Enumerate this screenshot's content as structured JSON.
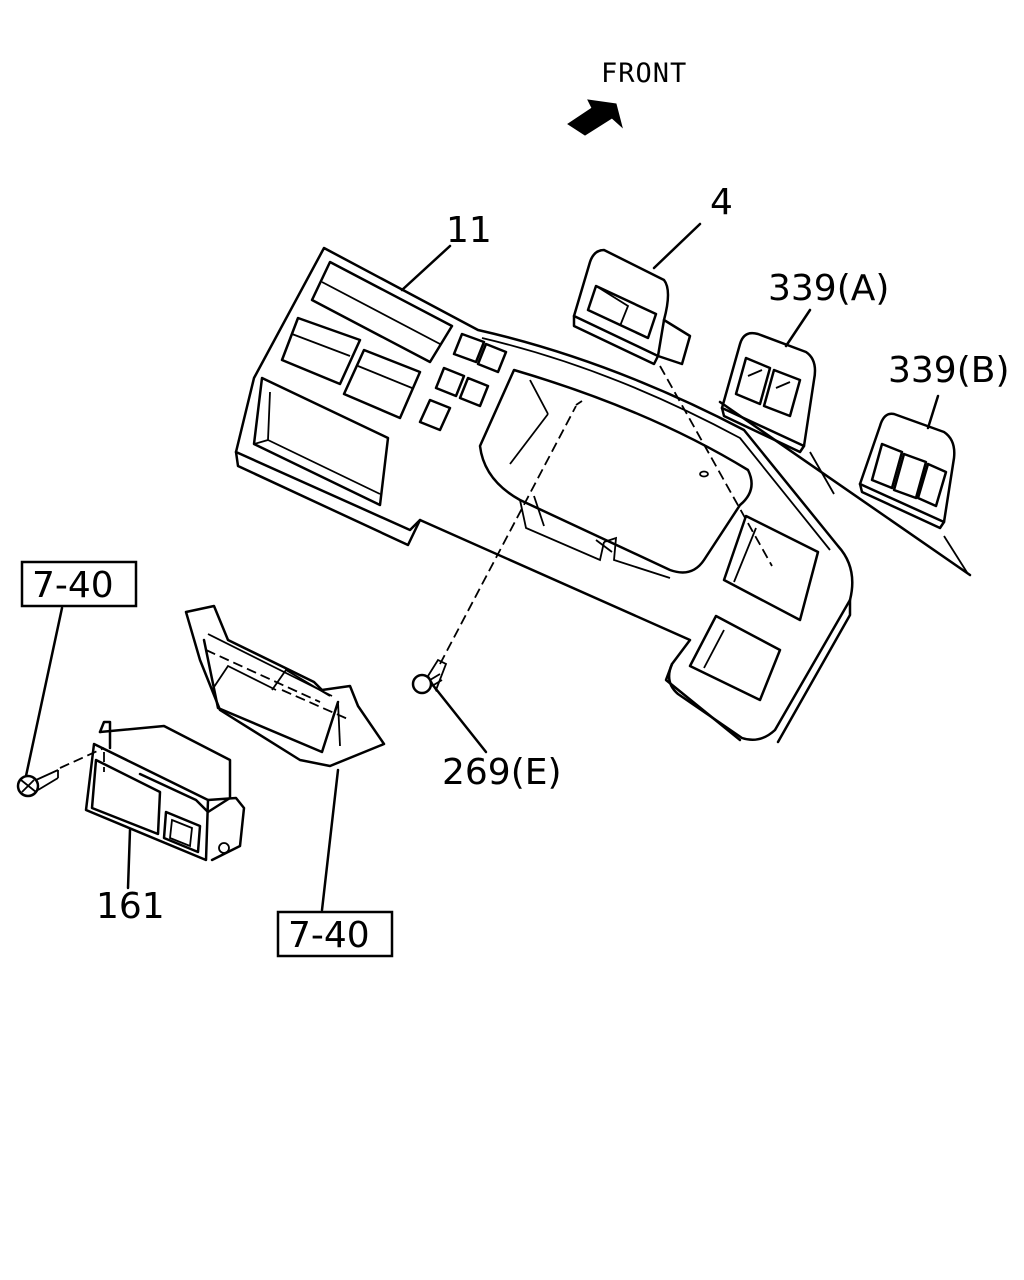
{
  "direction_label": "FRONT",
  "callouts": {
    "instrument_panel": "11",
    "switch_4": "4",
    "switch_339a": "339(A)",
    "switch_339b": "339(B)",
    "screw_269e": "269(E)",
    "unit_161": "161",
    "ref_top": "7-40",
    "ref_bottom": "7-40"
  }
}
